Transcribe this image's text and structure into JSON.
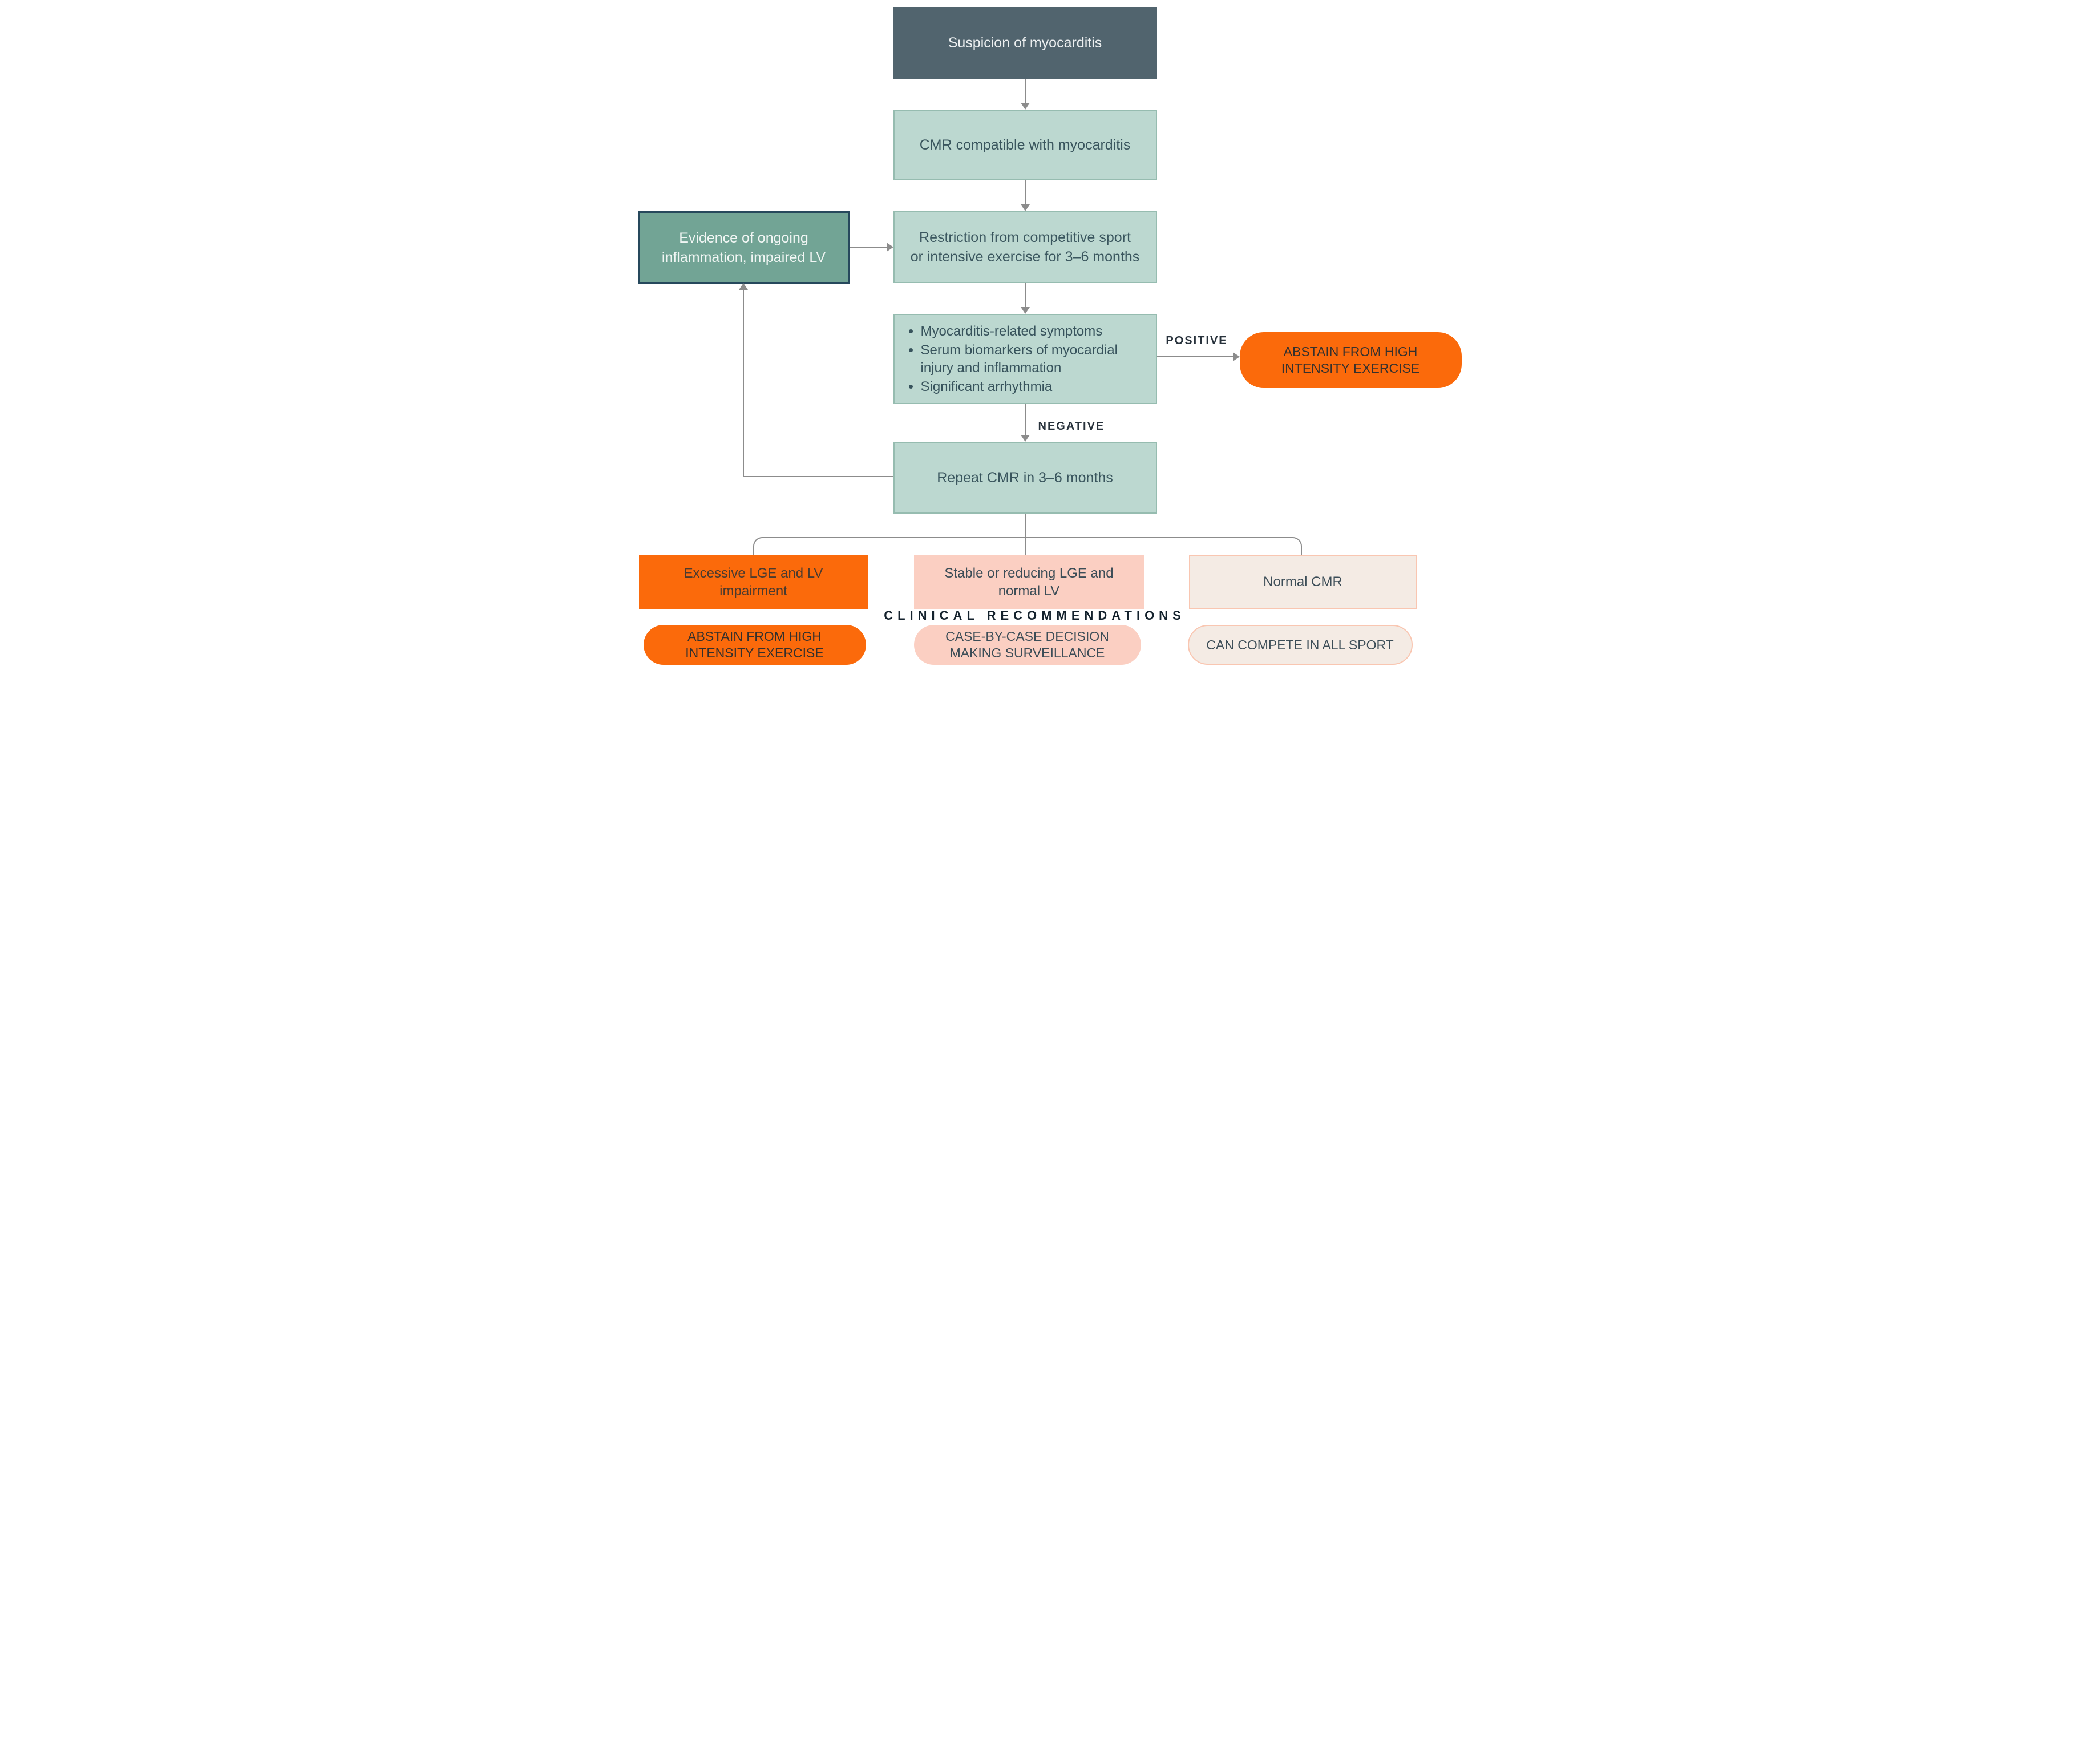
{
  "nodes": {
    "suspicion": {
      "label": "Suspicion of myocarditis"
    },
    "cmr_compatible": {
      "label": "CMR compatible with myocarditis"
    },
    "evidence": {
      "line1": "Evidence of ongoing",
      "line2": "inflammation, impaired LV"
    },
    "restriction": {
      "line1": "Restriction from competitive sport",
      "line2": "or intensive exercise for 3–6 months"
    },
    "criteria": {
      "items": [
        "Myocarditis-related symptoms",
        "Serum biomarkers of myocardial injury and inflammation",
        "Significant arrhythmia"
      ]
    },
    "abstain_top": {
      "line1": "ABSTAIN FROM HIGH",
      "line2": "INTENSITY EXERCISE"
    },
    "repeat_cmr": {
      "label": "Repeat CMR in 3–6 months"
    },
    "excessive_lge": {
      "line1": "Excessive LGE and LV",
      "line2": "impairment"
    },
    "stable_lge": {
      "line1": "Stable or reducing LGE and",
      "line2": "normal LV"
    },
    "normal_cmr": {
      "label": "Normal CMR"
    },
    "abstain_bottom": {
      "line1": "ABSTAIN FROM HIGH",
      "line2": "INTENSITY EXERCISE"
    },
    "case_by_case": {
      "line1": "CASE-BY-CASE DECISION",
      "line2": "MAKING SURVEILLANCE"
    },
    "can_compete": {
      "label": "CAN COMPETE IN ALL SPORT"
    }
  },
  "edge_labels": {
    "positive": "POSITIVE",
    "negative": "NEGATIVE"
  },
  "section_title": "CLINICAL RECOMMENDATIONS",
  "colors": {
    "dark_slate": "#51646e",
    "light_green": "#bcd8d0",
    "mid_teal": "#72a495",
    "teal_border": "#26485c",
    "orange": "#fb6a0b",
    "pink": "#fbcfc2",
    "cream": "#f4ebe4",
    "cream_border": "#f9c6b1",
    "connector_gray": "#8c8c8c"
  }
}
